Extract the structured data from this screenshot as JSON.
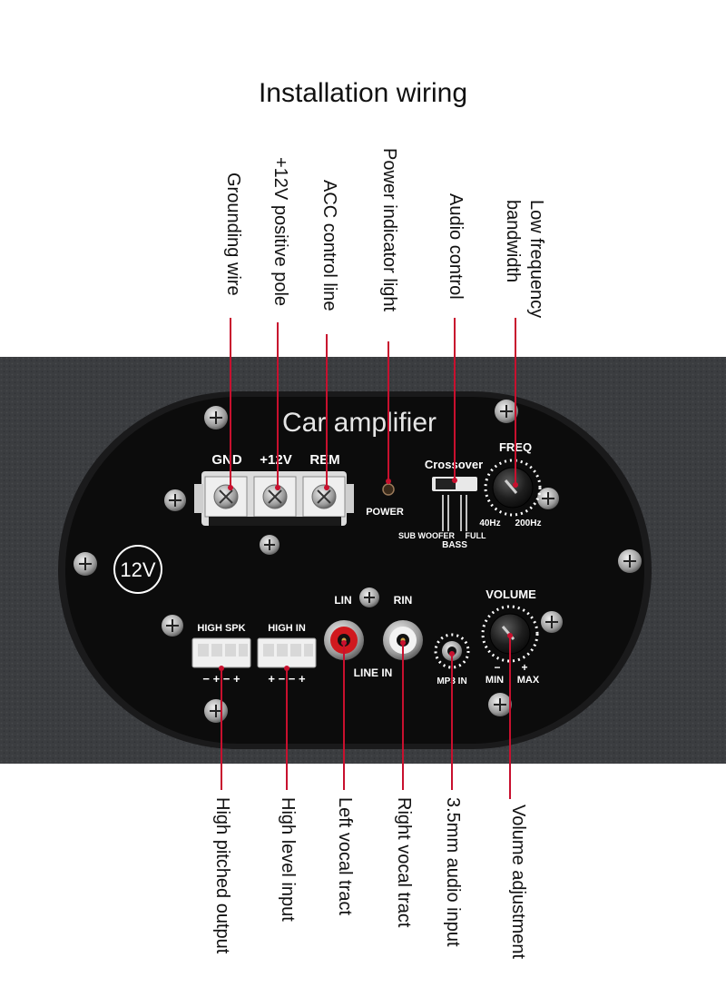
{
  "title": "Installation wiring",
  "top_labels": [
    {
      "id": "grounding",
      "text": "Grounding wire"
    },
    {
      "id": "plus12v",
      "text": "+12V positive pole"
    },
    {
      "id": "acc",
      "text": "ACC control line"
    },
    {
      "id": "power-light",
      "text": "Power indicator light"
    },
    {
      "id": "audio-control",
      "text": "Audio control"
    },
    {
      "id": "low-freq",
      "text": "Low frequency bandwidth"
    }
  ],
  "bottom_labels": [
    {
      "id": "high-out",
      "text": "High pitched output"
    },
    {
      "id": "high-in",
      "text": "High level input"
    },
    {
      "id": "left-vocal",
      "text": "Left vocal tract"
    },
    {
      "id": "right-vocal",
      "text": "Right vocal tract"
    },
    {
      "id": "mp3-input",
      "text": "3.5mm audio input"
    },
    {
      "id": "volume-adj",
      "text": "Volume adjustment"
    }
  ],
  "panel": {
    "brand": "Car amplifier",
    "voltage_badge": "12V",
    "terminals": [
      "GND",
      "+12V",
      "REM"
    ],
    "power_led": "POWER",
    "crossover": "Crossover",
    "sub_woofer": "SUB WOOFER",
    "full": "FULL",
    "bass": "BASS",
    "freq": "FREQ",
    "freq_min": "40Hz",
    "freq_max": "200Hz",
    "high_spk": "HIGH SPK",
    "high_spk_polarity": "− + − +",
    "high_in": "HIGH IN",
    "high_in_polarity": "+ − − +",
    "lin": "LIN",
    "rin": "RIN",
    "line_in": "LINE IN",
    "mp3_in": "MP3 IN",
    "volume": "VOLUME",
    "vol_minus": "−",
    "vol_plus": "+",
    "vol_min": "MIN",
    "vol_max": "MAX"
  },
  "colors": {
    "leader": "#c8102e",
    "panel_bg": "#3a3c3f",
    "plate": "#0c0c0c",
    "rca_left": "#d0191e",
    "rca_right": "#f2f2f2"
  }
}
